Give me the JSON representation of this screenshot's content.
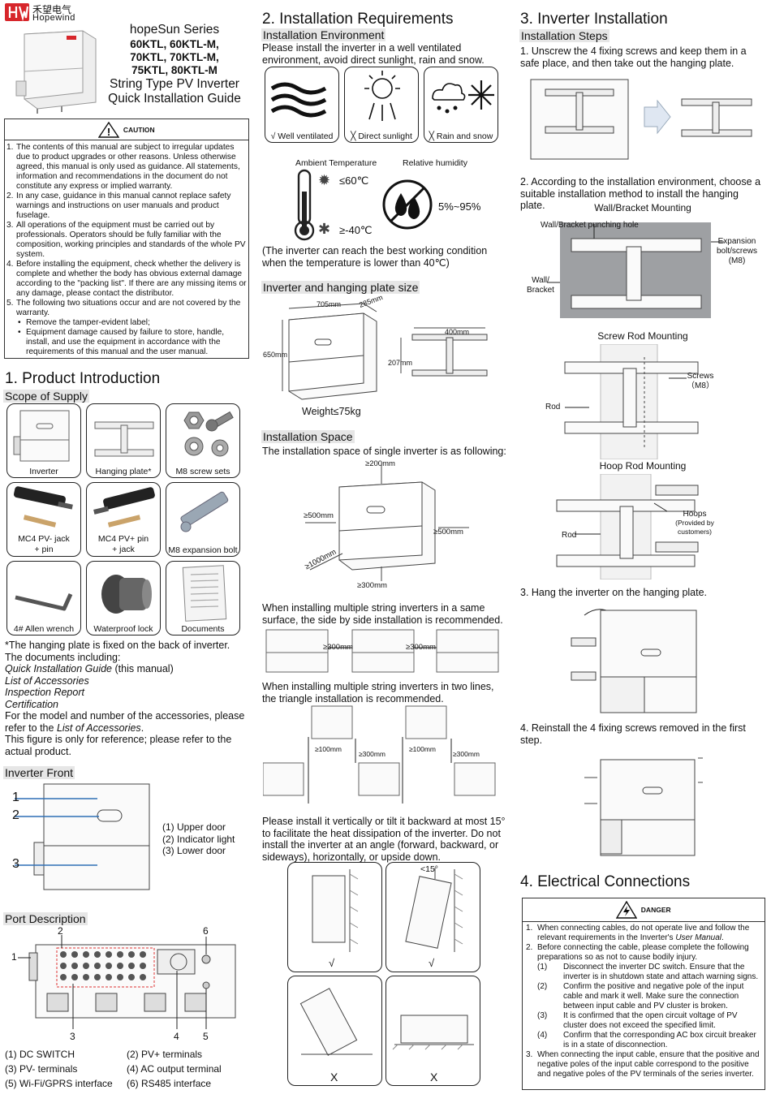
{
  "brand": {
    "cn_name": "禾望电气",
    "en_name": "Hopewind"
  },
  "title": {
    "series": "hopeSun Series",
    "models_1": "60KTL, 60KTL-M,",
    "models_2": "70KTL, 70KTL-M,",
    "models_3": "75KTL, 80KTL-M",
    "line_4": "String Type PV Inverter",
    "line_5": "Quick Installation Guide"
  },
  "caution": {
    "label": "CAUTION",
    "items": [
      {
        "n": "1.",
        "text": "The contents of this manual are subject to irregular updates due to product upgrades or other reasons. Unless otherwise agreed, this manual is only used as guidance. All statements, information and recommendations in the document do not constitute any express or implied warranty."
      },
      {
        "n": "2.",
        "text": "In any case, guidance in this manual cannot replace safety warnings and instructions on user manuals and product fuselage."
      },
      {
        "n": "3.",
        "text": "All operations of the equipment must be carried out by professionals. Operators should be fully familiar with the composition, working principles and standards of the whole PV system."
      },
      {
        "n": "4.",
        "text": "Before installing the equipment, check whether the delivery is complete and whether the body has obvious external damage according to the \"packing list\". If there are any missing items or any damage, please contact the distributor."
      },
      {
        "n": "5.",
        "text": "The following two situations occur and are not covered by the warranty."
      }
    ],
    "bullets": [
      "Remove the tamper-evident label;",
      "Equipment damage caused by failure to store, handle, install, and use the equipment in accordance with the requirements of this manual and the user manual."
    ]
  },
  "section1": {
    "title": "1. Product Introduction",
    "scope_title": "Scope of Supply",
    "items": [
      "Inverter",
      "Hanging plate*",
      "M8 screw sets",
      "MC4 PV- jack\n+ pin",
      "MC4 PV+ pin\n+ jack",
      "M8 expansion bolt",
      "4# Allen wrench",
      "Waterproof lock",
      "Documents"
    ],
    "notes": {
      "n1": "*The hanging plate is fixed on the back of inverter.",
      "n2": "The documents including:",
      "doc1": "Quick Installation Guide",
      "doc1_suffix": " (this manual)",
      "doc2": "List of Accessories",
      "doc3": "Inspection Report",
      "doc4": "Certification",
      "n3_a": "For the model and number of the accessories, please refer to the ",
      "n3_b": "List of Accessories",
      "n3_c": ".",
      "n4": "This figure is only for reference; please refer to the actual product."
    },
    "front_title": "Inverter Front",
    "front_callouts": [
      "1",
      "2",
      "3"
    ],
    "front_legend": [
      "(1) Upper door",
      "(2) Indicator light",
      "(3) Lower door"
    ],
    "port_title": "Port Description",
    "port_callouts": [
      "1",
      "2",
      "3",
      "4",
      "5",
      "6"
    ],
    "port_legend": [
      "(1) DC SWITCH",
      "(2) PV+ terminals",
      "(3) PV- terminals",
      "(4) AC output terminal",
      "(5) Wi-Fi/GPRS interface",
      "(6) RS485 interface"
    ]
  },
  "section2": {
    "title": "2. Installation Requirements",
    "env_title": "Installation Environment",
    "env_text": "Please install the inverter in a well ventilated environment, avoid direct sunlight, rain and snow.",
    "env_labels": [
      "√ Well ventilated",
      "╳ Direct sunlight",
      "╳ Rain and snow"
    ],
    "ambient_label": "Ambient Temperature",
    "humidity_label": "Relative humidity",
    "temp_high": "≤60℃",
    "temp_low": "≥-40℃",
    "humidity_range": "5%~95%",
    "temp_note": "(The inverter can reach the best working condition when the temperature is lower than 40℃)",
    "size_title": "Inverter and hanging plate size",
    "dim_width": "705mm",
    "dim_depth": "285mm",
    "dim_height": "650mm",
    "dim_plate_w": "400mm",
    "dim_plate_h": "207mm",
    "weight": "Weight≤75kg",
    "space_title": "Installation Space",
    "space_text": "The installation space of single inverter is as following:",
    "space_top": "≥200mm",
    "space_left": "≥500mm",
    "space_right": "≥500mm",
    "space_front": "≥1000mm",
    "space_bottom": "≥300mm",
    "multi_text_1": "When installing multiple string inverters in a same surface, the side by side installation is recommended.",
    "side_gap": "≥300mm",
    "multi_text_2": "When installing multiple string inverters in two lines, the triangle installation is recommended.",
    "tri_gap_h": "≥100mm",
    "tri_gap_v": "≥300mm",
    "tilt_text": "Please install it vertically or tilt it backward at most 15° to facilitate the heat dissipation of the inverter. Do not install the inverter at an angle (forward, backward, or sideways), horizontally, or upside down.",
    "tilt_angle": "<15°",
    "tilt_marks": [
      "√",
      "√",
      "X",
      "X"
    ]
  },
  "section3": {
    "title": "3. Inverter Installation",
    "steps_title": "Installation Steps",
    "step1": "1. Unscrew the 4 fixing screws and keep them in a safe place, and then take out the hanging plate.",
    "step2": "2. According to the installation environment, choose a suitable installation method to install the hanging plate.",
    "wall_title": "Wall/Bracket Mounting",
    "wall_punch": "Wall/Bracket punching hole",
    "wall_exp_1": "Expansion",
    "wall_exp_2": "bolt/screws",
    "wall_exp_3": "(M8)",
    "wall_label_1": "Wall/",
    "wall_label_2": "Bracket",
    "screw_title": "Screw Rod Mounting",
    "screw_label_1": "Screws",
    "screw_label_2": "（M8）",
    "rod_label": "Rod",
    "hoop_title": "Hoop Rod Mounting",
    "hoop_label_1": "Hoops",
    "hoop_label_2": "(Provided by",
    "hoop_label_3": "customers)",
    "step3": "3. Hang the inverter on the hanging plate.",
    "step4": "4. Reinstall the 4 fixing screws removed in the first step."
  },
  "section4": {
    "title": "4. Electrical Connections",
    "danger_label": "DANGER",
    "items": [
      {
        "n": "1.",
        "text_a": "When connecting cables, do not operate live and follow the relevant requirements in the Inverter's ",
        "text_it": "User Manual",
        "text_b": "."
      },
      {
        "n": "2.",
        "text_a": "Before connecting the cable, please complete the following preparations so as not to cause bodily injury.",
        "text_it": "",
        "text_b": ""
      }
    ],
    "sub_items": [
      {
        "n": "(1)",
        "text": "Disconnect the inverter DC switch. Ensure that the inverter is in shutdown state and attach warning signs."
      },
      {
        "n": "(2)",
        "text": "Confirm the positive and negative pole of the input cable and mark it well. Make sure the connection between input cable and PV cluster is broken."
      },
      {
        "n": "(3)",
        "text": "It is confirmed that the open circuit voltage of PV cluster does not exceed the specified limit."
      },
      {
        "n": "(4)",
        "text": "Confirm that the corresponding AC box circuit breaker is in a state of disconnection."
      }
    ],
    "item3": {
      "n": "3.",
      "text": "When connecting the input cable, ensure that the positive and negative poles of the input cable correspond to the positive and negative poles of the PV terminals of the series inverter."
    }
  },
  "colors": {
    "brand_red": "#d7262b",
    "callout_blue": "#2e6fb5",
    "port_red": "#d33"
  }
}
